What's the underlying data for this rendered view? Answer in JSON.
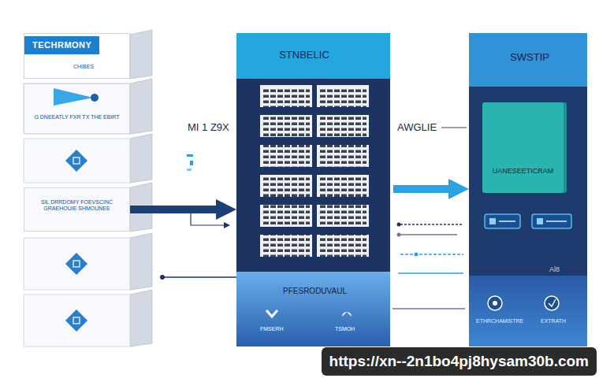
{
  "diagram": {
    "nodes": [
      {
        "text": [
          "TECHRMONY",
          "CHIBES"
        ]
      },
      {
        "text": [
          "G DNEEATLY FXR TX THE EBIRT"
        ]
      },
      {
        "text": [
          "SIL DRRDOMY FOEVSCINC GRAEHOUIE SHMOUNEE"
        ]
      },
      {
        "text": [
          "STNBELIC",
          "PFESRODUVAUL"
        ]
      },
      {
        "text": [
          "SWSTIP"
        ]
      },
      {
        "text": [
          "UANESEETICRAM"
        ],
        "in": 4
      }
    ],
    "edges": [
      {
        "from": 2,
        "to": 3,
        "arrow": "to"
      },
      {
        "from": 3,
        "to": 4,
        "arrow": "to"
      }
    ],
    "labels": [
      "MI 1 Z9X",
      "AWGLIE",
      "Al8",
      "FMSERH",
      "TSMOH",
      "ETHRCHAMISTRE",
      "EXTRATH",
      "https://xn--2n1bo4pj8hysam30b.com"
    ]
  }
}
